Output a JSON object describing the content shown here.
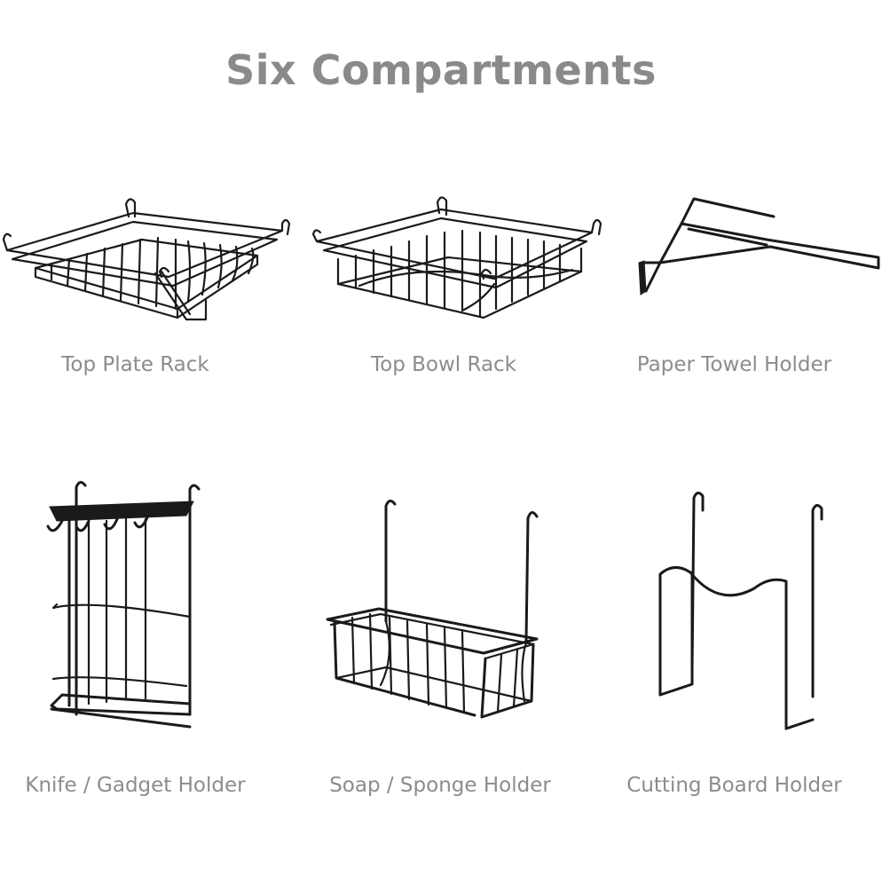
{
  "title": "Six Compartments",
  "items": [
    {
      "label": "Top Plate Rack",
      "icon": "plate-rack-icon"
    },
    {
      "label": "Top Bowl Rack",
      "icon": "bowl-rack-icon"
    },
    {
      "label": "Paper Towel Holder",
      "icon": "paper-towel-holder-icon"
    },
    {
      "label": "Knife / Gadget Holder",
      "icon": "knife-gadget-holder-icon"
    },
    {
      "label": "Soap / Sponge Holder",
      "icon": "soap-sponge-holder-icon"
    },
    {
      "label": "Cutting Board Holder",
      "icon": "cutting-board-holder-icon"
    }
  ],
  "colors": {
    "text": "#8c8c8c",
    "wire": "#1a1a1a",
    "background": "#ffffff"
  }
}
